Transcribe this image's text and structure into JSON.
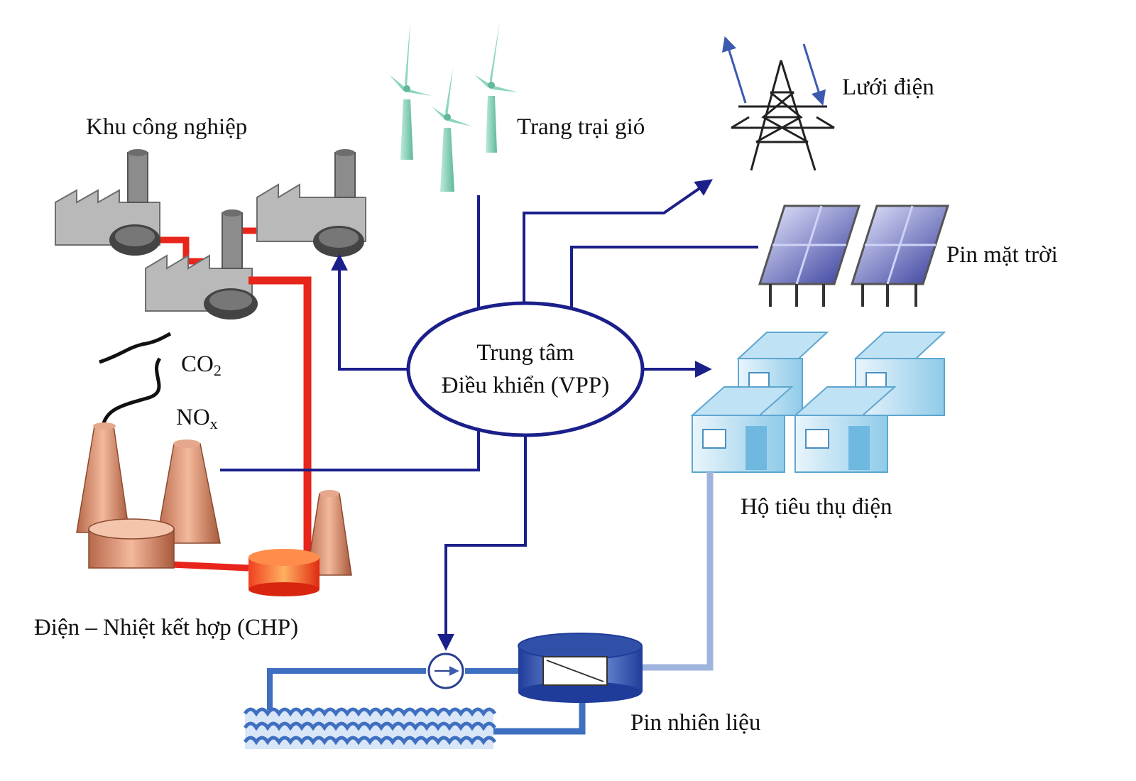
{
  "labels": {
    "industrial_zone": "Khu công nghiệp",
    "wind_farm": "Trang trại gió",
    "power_grid": "Lưới điện",
    "solar_panels": "Pin mặt trời",
    "consumers": "Hộ tiêu thụ điện",
    "fuel_cell": "Pin nhiên liệu",
    "chp": "Điện – Nhiệt kết hợp (CHP)",
    "co2_main": "CO",
    "co2_sub": "2",
    "nox_main": "NO",
    "nox_sub": "x"
  },
  "center": {
    "line1": "Trung tâm",
    "line2": "Điều khiển (VPP)"
  },
  "colors": {
    "control_line": "#1b1f8a",
    "heat_pipe": "#e8251b",
    "water_pipe": "#3f6fc0",
    "consumer_pipe": "#9fb4dc",
    "turbine": "#7fd0b0",
    "solar": "#3a3f9a",
    "house": "#6fb8e0"
  }
}
